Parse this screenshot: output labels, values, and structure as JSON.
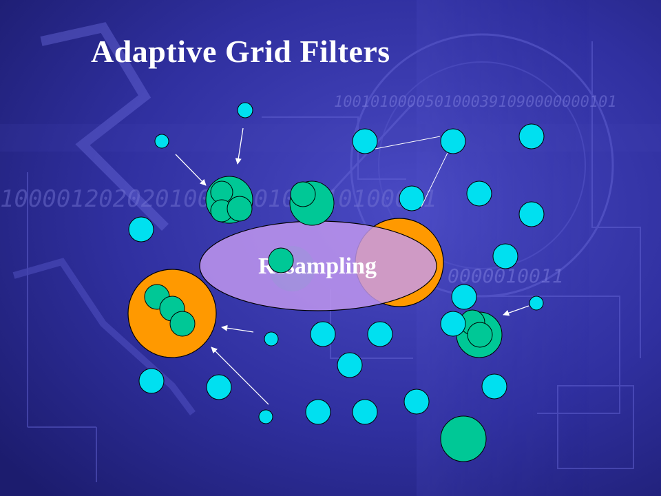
{
  "slide": {
    "title": "Adaptive Grid Filters",
    "resampling_label": "Resampling"
  },
  "background": {
    "binary_strings": [
      "1001010000501000391090000000101",
      "1000012020201000010102010100001",
      "0000010011"
    ]
  },
  "colors": {
    "background_dark": "#1c1c78",
    "background_light": "#3a3ab0",
    "particle": "#00e0f0",
    "cluster": "#00c896",
    "resample_region": "#ff9900",
    "resampling_ellipse": "#c49af0",
    "arrow": "#ffffff"
  }
}
